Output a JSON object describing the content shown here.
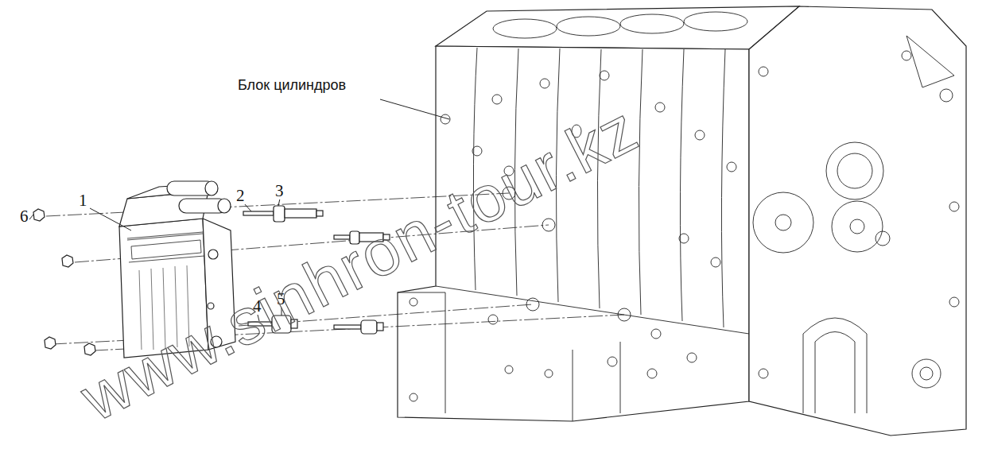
{
  "diagram": {
    "labels": [
      "Блок цилиндров",
      "1",
      "2",
      "3",
      "4",
      "5",
      "6",
      "www.sinhron-tour.kz"
    ]
  }
}
